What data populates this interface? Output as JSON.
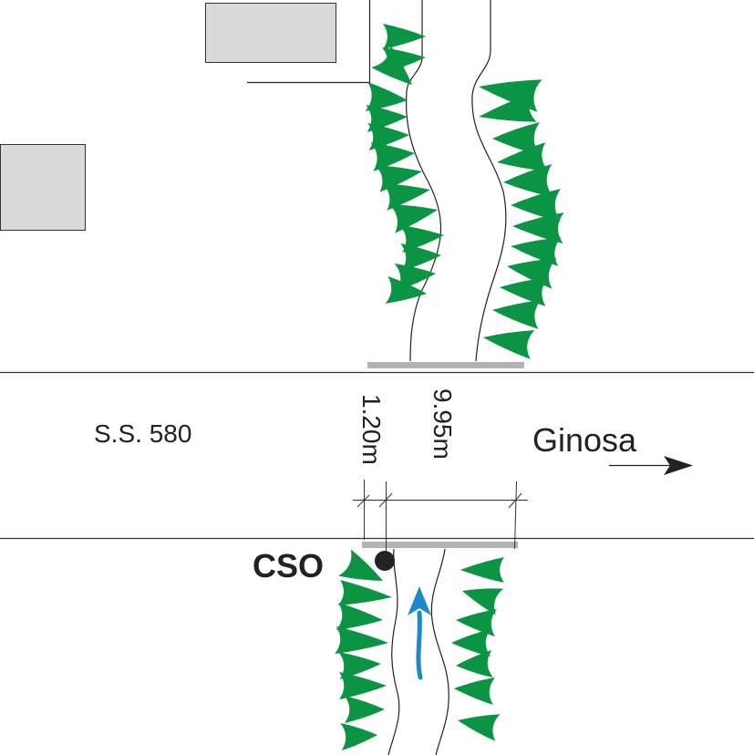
{
  "labels": {
    "road": "S.S. 580",
    "direction": "Ginosa",
    "dim_small": "1.20m",
    "dim_large": "9.95m",
    "cso": "CSO"
  },
  "colors": {
    "vegetation": "#0a9444",
    "flow_arrow": "#1e88c8",
    "building": "#d9dadb",
    "bridge_bar": "#b3b3b3"
  }
}
